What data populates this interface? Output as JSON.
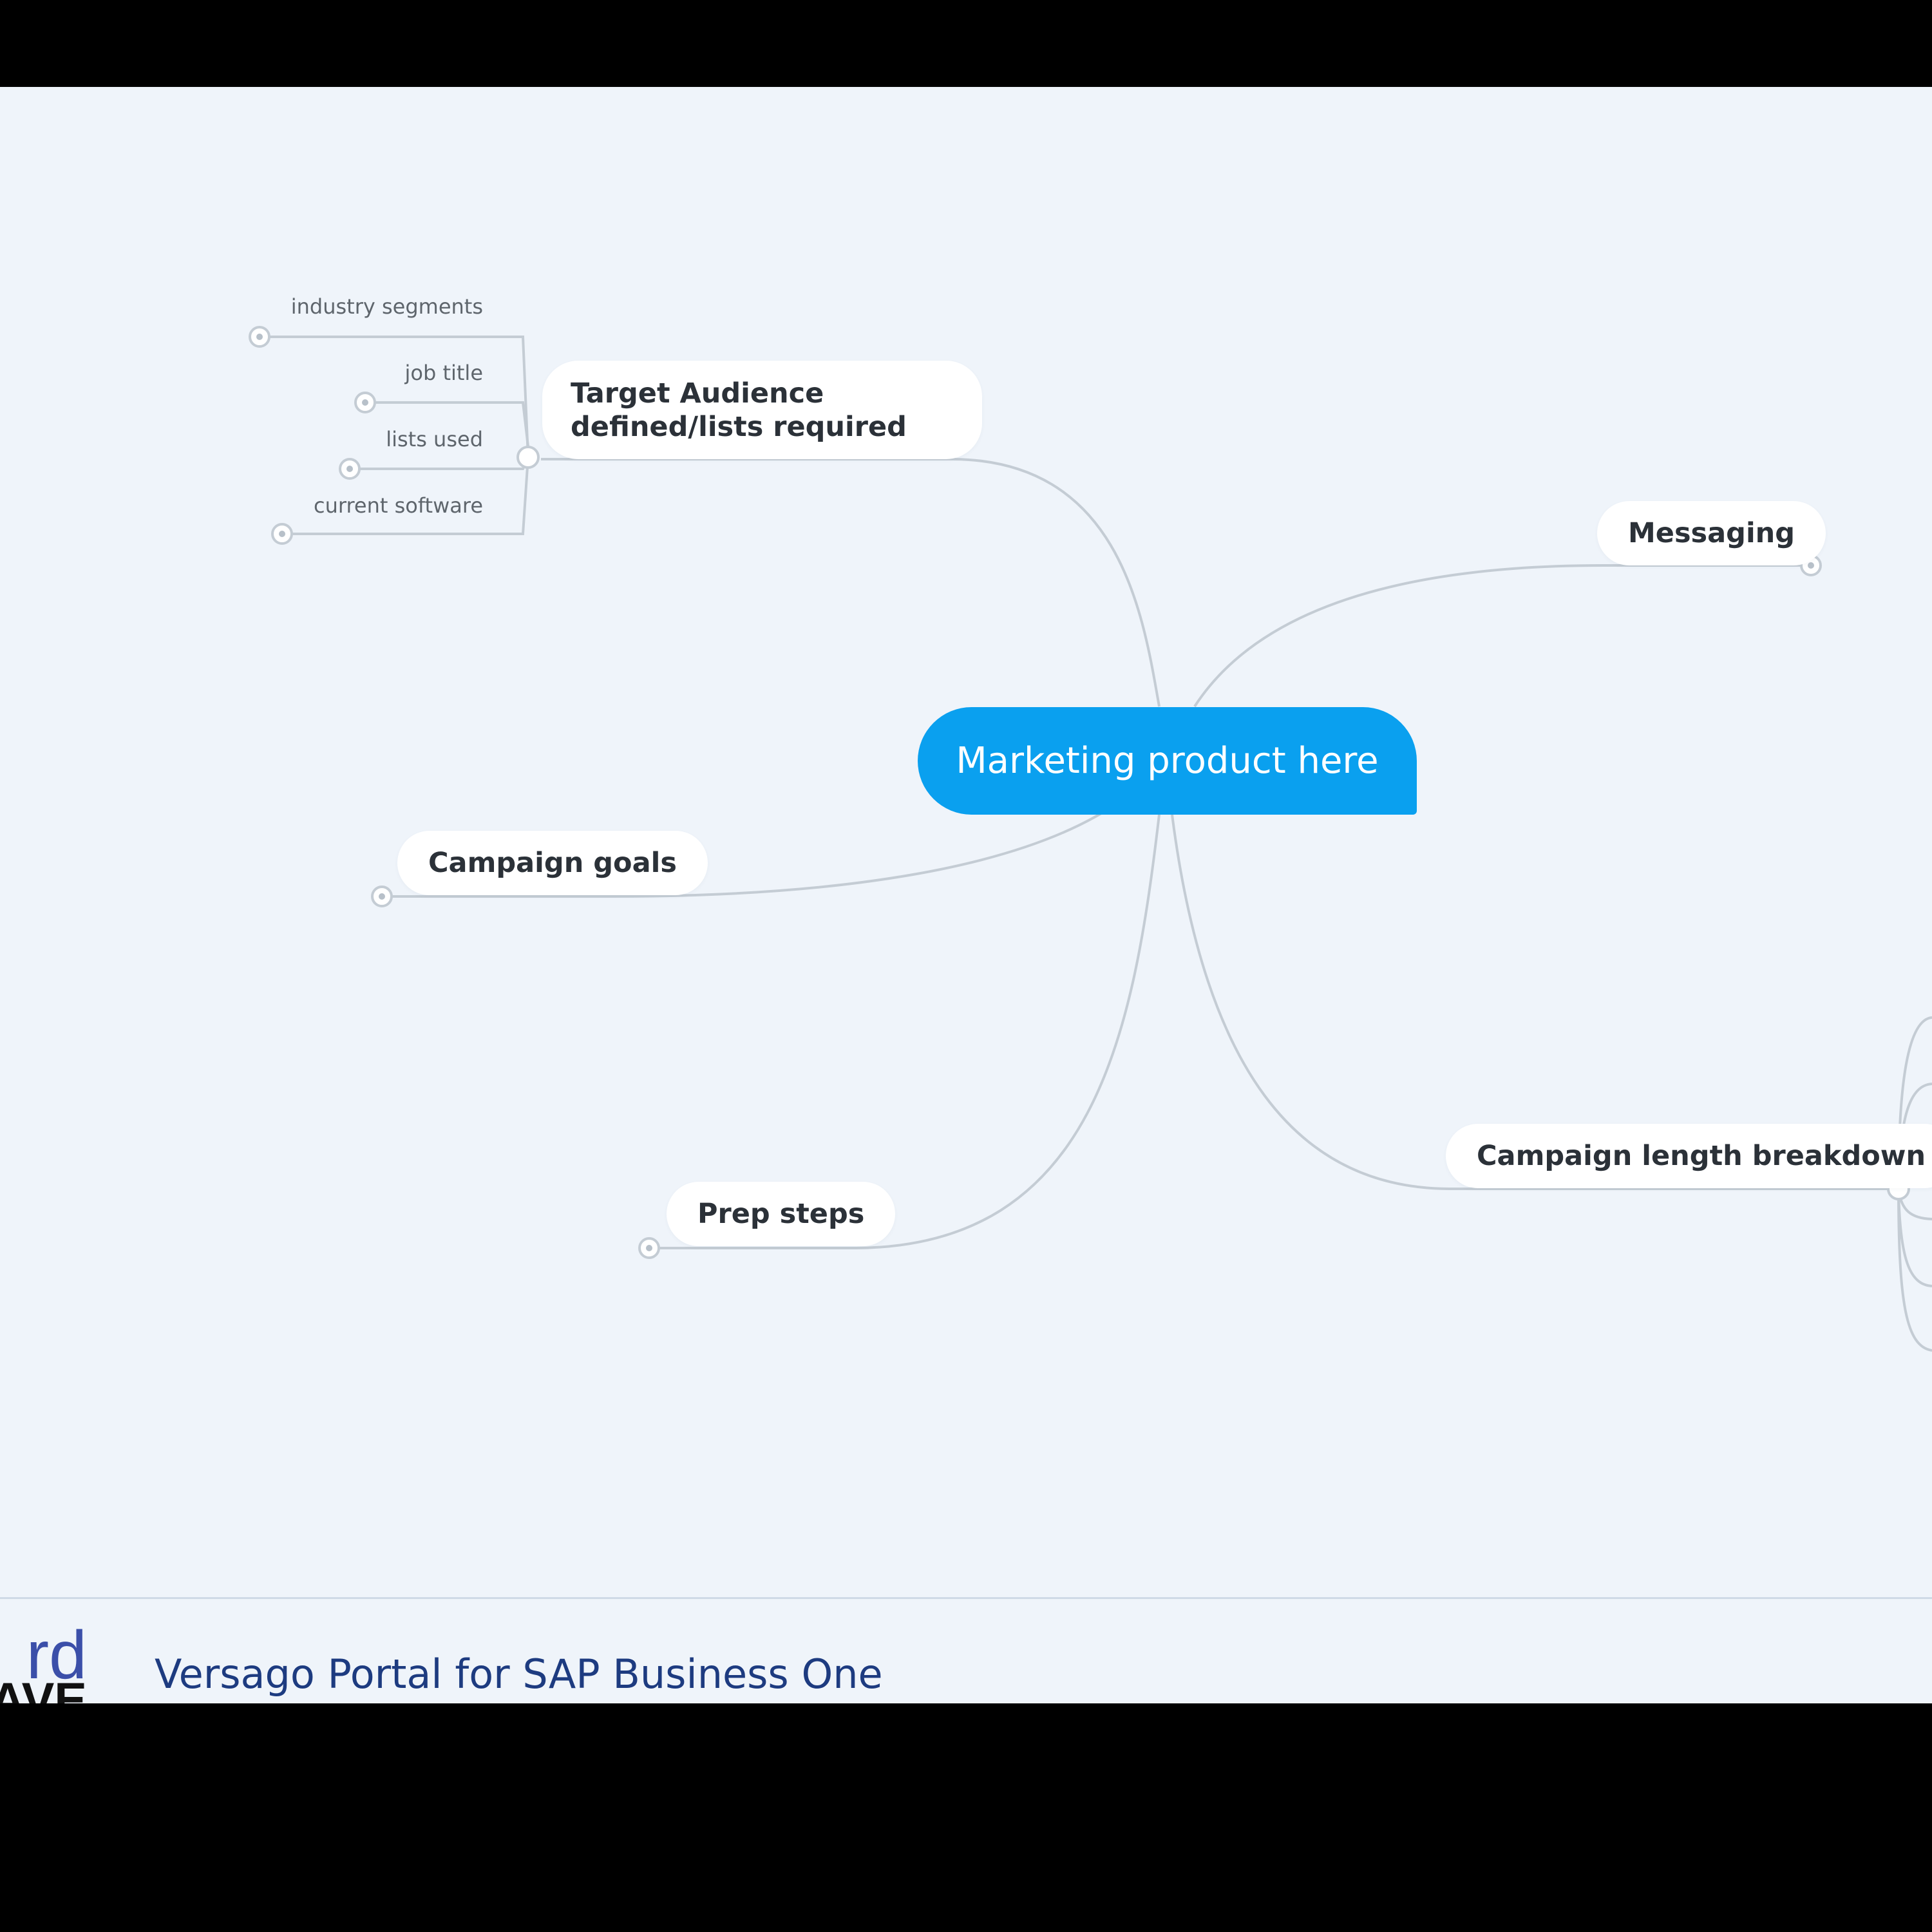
{
  "mind_map": {
    "central_topic": "Marketing product here",
    "topics": {
      "target_audience": "Target Audience defined/lists required",
      "messaging": "Messaging",
      "campaign_goals": "Campaign goals",
      "prep_steps": "Prep steps",
      "campaign_length": "Campaign length breakdown"
    },
    "target_audience_subtopics": [
      "industry segments",
      "job title",
      "lists used",
      "current software"
    ]
  },
  "footer": {
    "logo_text_top": "rd",
    "logo_text_bottom": "AVE",
    "title": "Versago Portal for SAP Business One"
  },
  "colors": {
    "central_topic": "#0aa0ef",
    "connector": "#c4ccd4",
    "canvas": "#eff4fa",
    "footer_title": "#1d3b80"
  }
}
